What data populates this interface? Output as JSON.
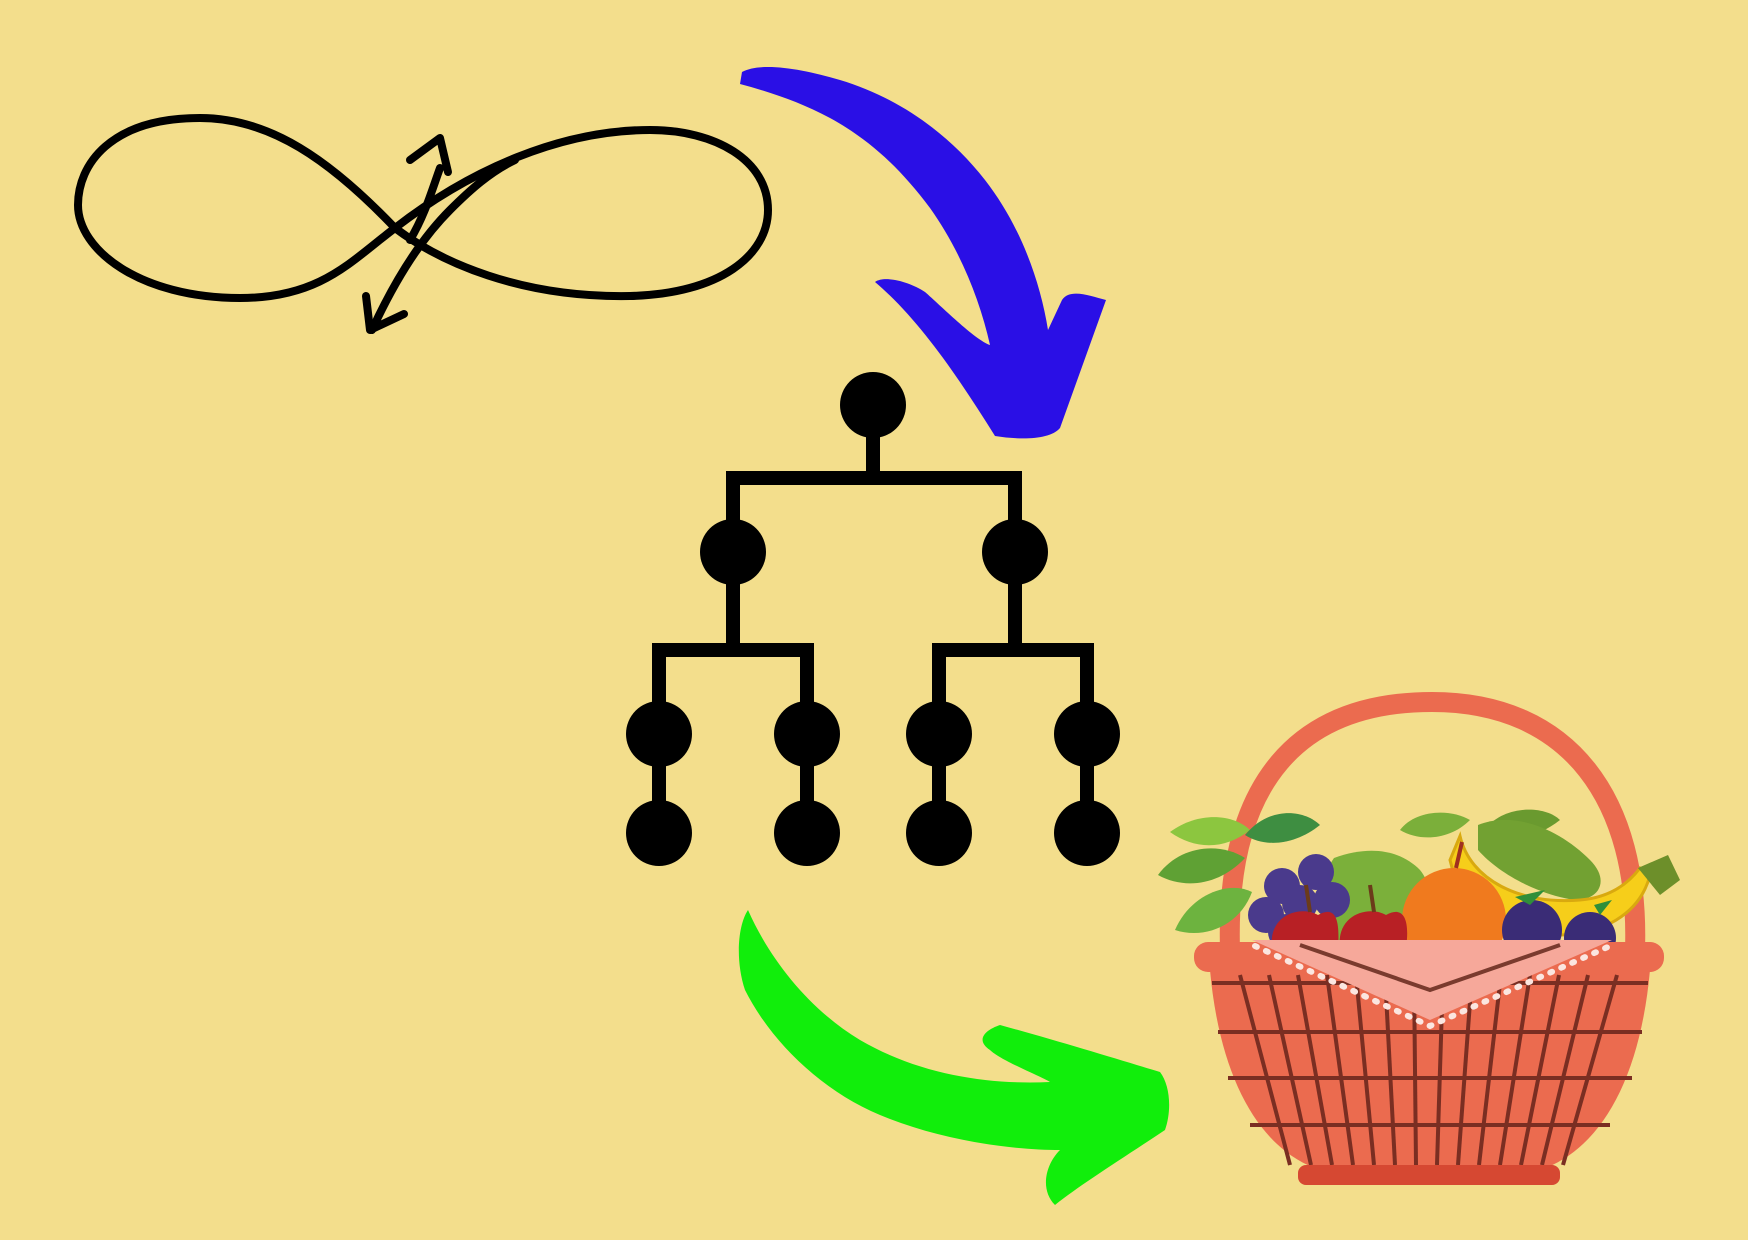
{
  "background_color": "#F3DE8C",
  "elements": {
    "infinity_symbol": {
      "icon": "infinity-arrows-icon",
      "color": "#000000"
    },
    "blue_arrow": {
      "icon": "curved-arrow-down-icon",
      "color": "#2A0FE6"
    },
    "tree": {
      "icon": "hierarchy-tree-icon",
      "color": "#000000",
      "levels": [
        1,
        2,
        4,
        4
      ]
    },
    "green_arrow": {
      "icon": "curved-arrow-right-icon",
      "color": "#11EE0B"
    },
    "fruit_basket": {
      "icon": "fruit-basket-icon",
      "basket_color": "#EB6B4F",
      "cloth_color": "#F6A89A",
      "fruits": [
        "leaves",
        "grapes",
        "apple",
        "orange",
        "pear",
        "banana",
        "plum",
        "cherry"
      ]
    }
  }
}
